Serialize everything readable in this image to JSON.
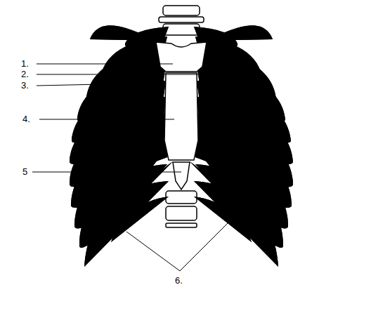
{
  "diagram": {
    "labels": [
      "1.",
      "2.",
      "3.",
      "4.",
      "5",
      "6."
    ]
  }
}
